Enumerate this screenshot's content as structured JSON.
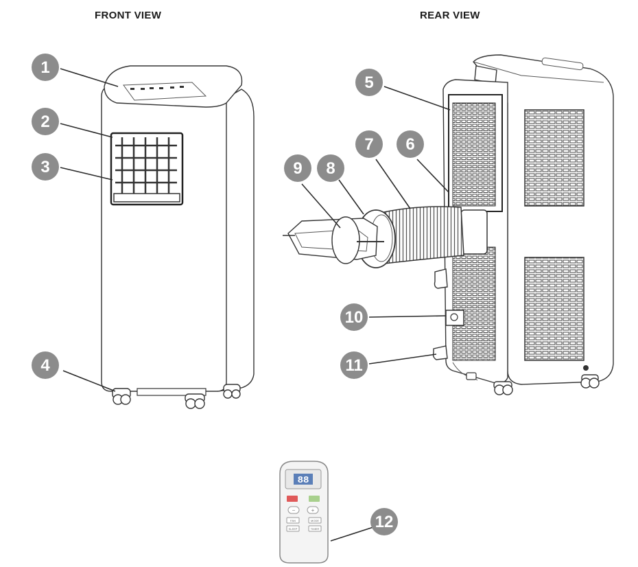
{
  "titles": {
    "front": "FRONT VIEW",
    "rear": "REAR VIEW"
  },
  "callouts": [
    "1",
    "2",
    "3",
    "4",
    "5",
    "6",
    "7",
    "8",
    "9",
    "10",
    "11",
    "12"
  ],
  "remote": {
    "display": "88",
    "buttons": [
      "FAN",
      "MODE",
      "SLEEP",
      "TIMER"
    ]
  },
  "colors": {
    "callout": "#8c8c8c",
    "remote_power": "#e05a5a",
    "remote_mode": "#a8d08d",
    "remote_display": "#5b7fb8"
  }
}
